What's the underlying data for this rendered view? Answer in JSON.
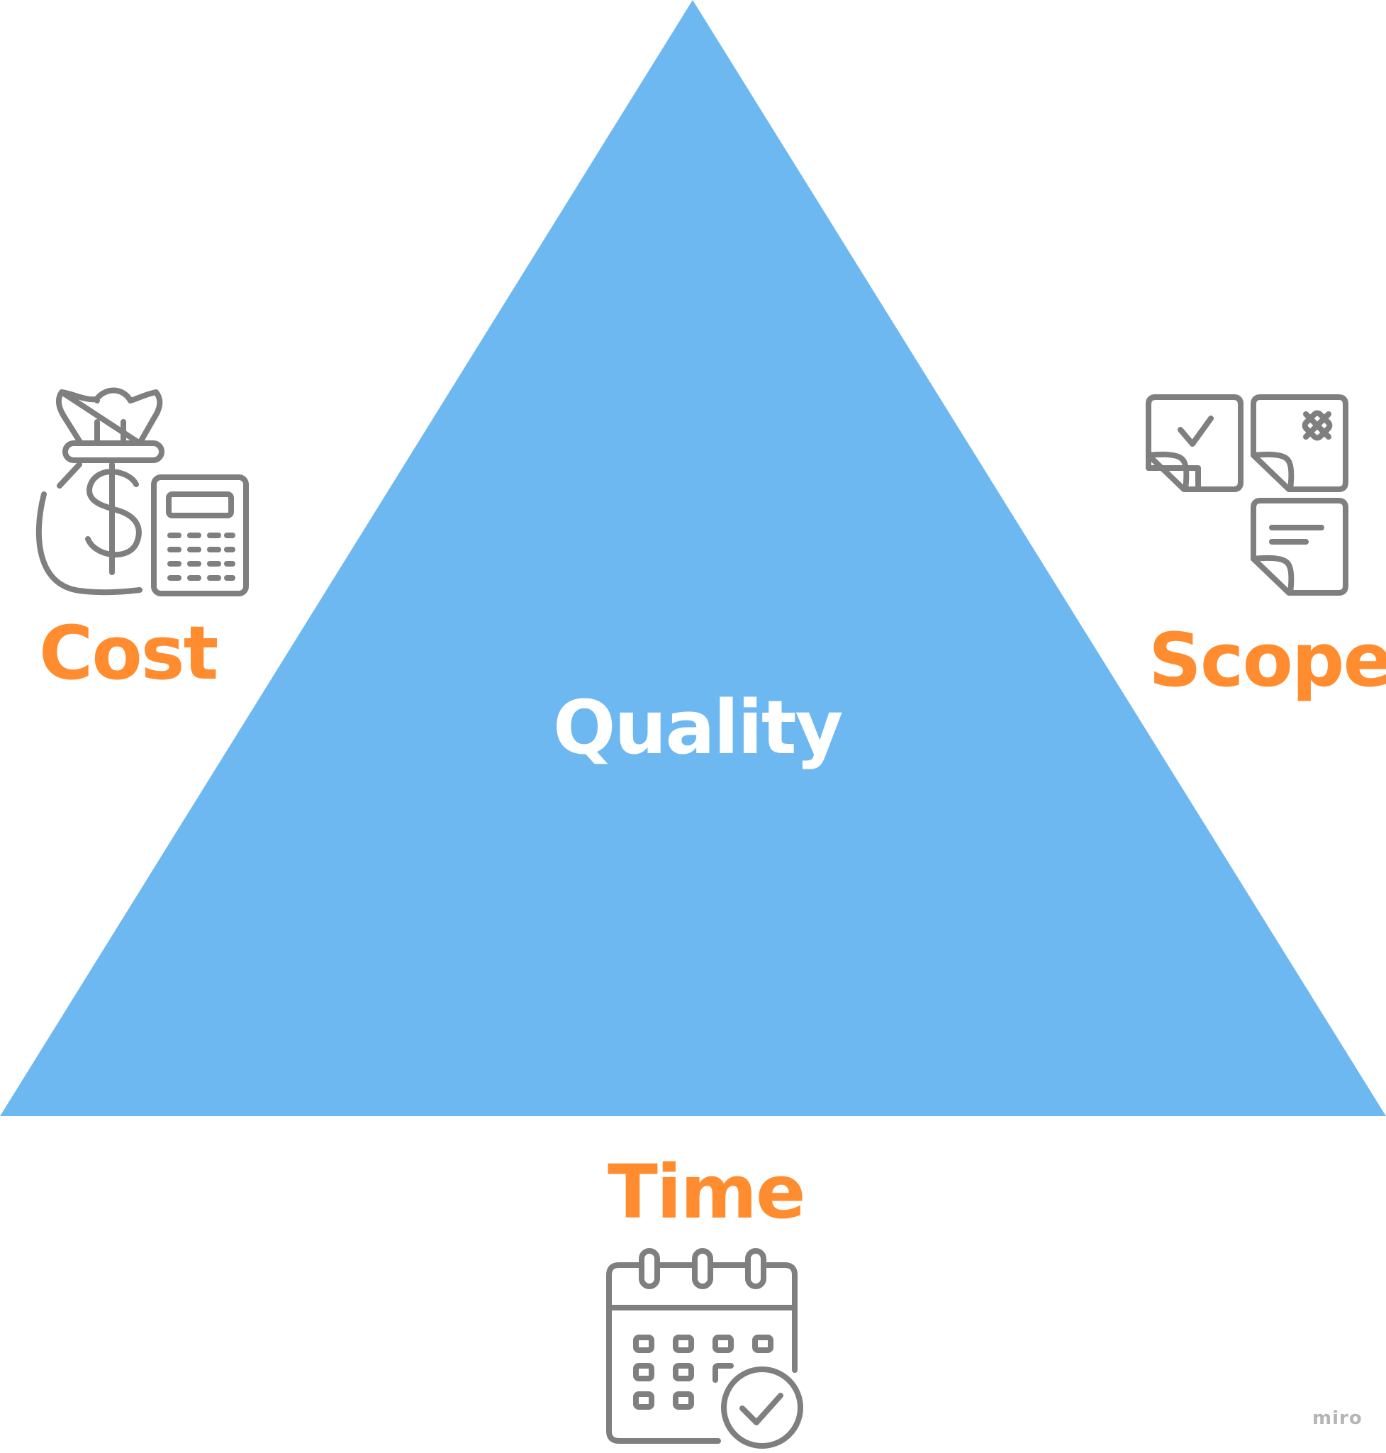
{
  "diagram": {
    "center_label": "Quality",
    "triangle_color": "#6eb8f1",
    "corners": {
      "cost": {
        "label": "Cost",
        "icon": "money-bag-calculator-icon"
      },
      "scope": {
        "label": "Scope",
        "icon": "sticky-notes-icon"
      },
      "time": {
        "label": "Time",
        "icon": "calendar-check-icon"
      }
    },
    "label_color": "#ff8c2f",
    "icon_color": "#7f7f7f"
  },
  "watermark": "miro"
}
